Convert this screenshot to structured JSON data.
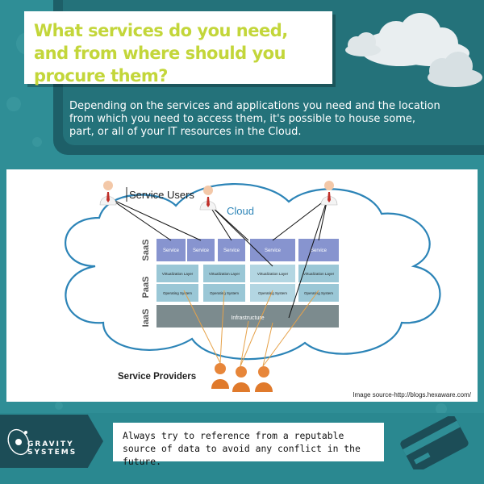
{
  "header": {
    "title": "What services do you need, and from where should you procure them?",
    "intro": "Depending on the services and applications you need and the location from which you need to access them, it's possible to house some, part, or all of your IT resources in the Cloud."
  },
  "diagram": {
    "service_users_label": "Service Users",
    "cloud_label": "Cloud",
    "layers": [
      "SaaS",
      "PaaS",
      "IaaS"
    ],
    "service_label": "Service",
    "virtualization_label": "Virtualization Layer",
    "os_label": "Operating System",
    "infrastructure_label": "Infrastructure",
    "service_providers_label": "Service Providers",
    "image_source": "Image source-http://blogs.hexaware.com/"
  },
  "footer": {
    "logo_line1": "GRAVITY",
    "logo_line2": "SYSTEMS",
    "tip": "Always try to reference from a reputable source of data to avoid any conflict in the future."
  },
  "colors": {
    "accent": "#c3d63a",
    "teal": "#2f8e96",
    "dark_teal": "#1d5f68"
  }
}
